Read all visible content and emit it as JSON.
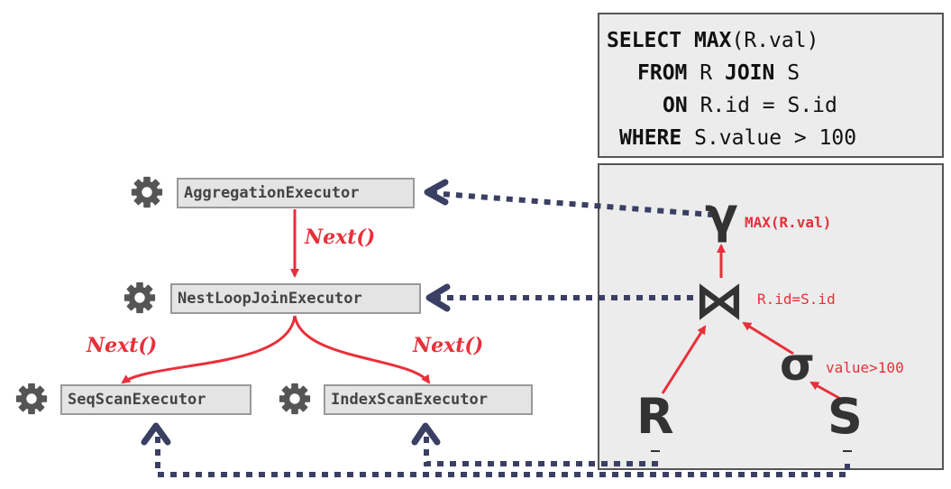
{
  "sql": {
    "line1": {
      "kw": "SELECT",
      "kw2": "MAX",
      "rest": "(R.val)"
    },
    "line2": {
      "kw": "FROM",
      "text1": "R",
      "kw2": "JOIN",
      "text2": "S"
    },
    "line3": {
      "kw": "ON",
      "text": "R.id = S.id"
    },
    "line4": {
      "kw": "WHERE",
      "text": "S.value > 100"
    }
  },
  "executors": {
    "aggregation": "AggregationExecutor",
    "nest_loop_join": "NestLoopJoinExecutor",
    "seq_scan": "SeqScanExecutor",
    "index_scan": "IndexScanExecutor"
  },
  "calls": {
    "agg_to_join": "Next()",
    "join_to_seq": "Next()",
    "join_to_index": "Next()"
  },
  "plan": {
    "aggregate_symbol": "γ",
    "aggregate_label": "MAX(R.val)",
    "join_symbol": "⋈",
    "join_label": "R.id=S.id",
    "select_symbol": "σ",
    "select_label": "value>100",
    "relation_r": "R",
    "relation_s": "S"
  },
  "colors": {
    "red": "#e8303a",
    "navy": "#3a3f63",
    "gear": "#555555"
  }
}
